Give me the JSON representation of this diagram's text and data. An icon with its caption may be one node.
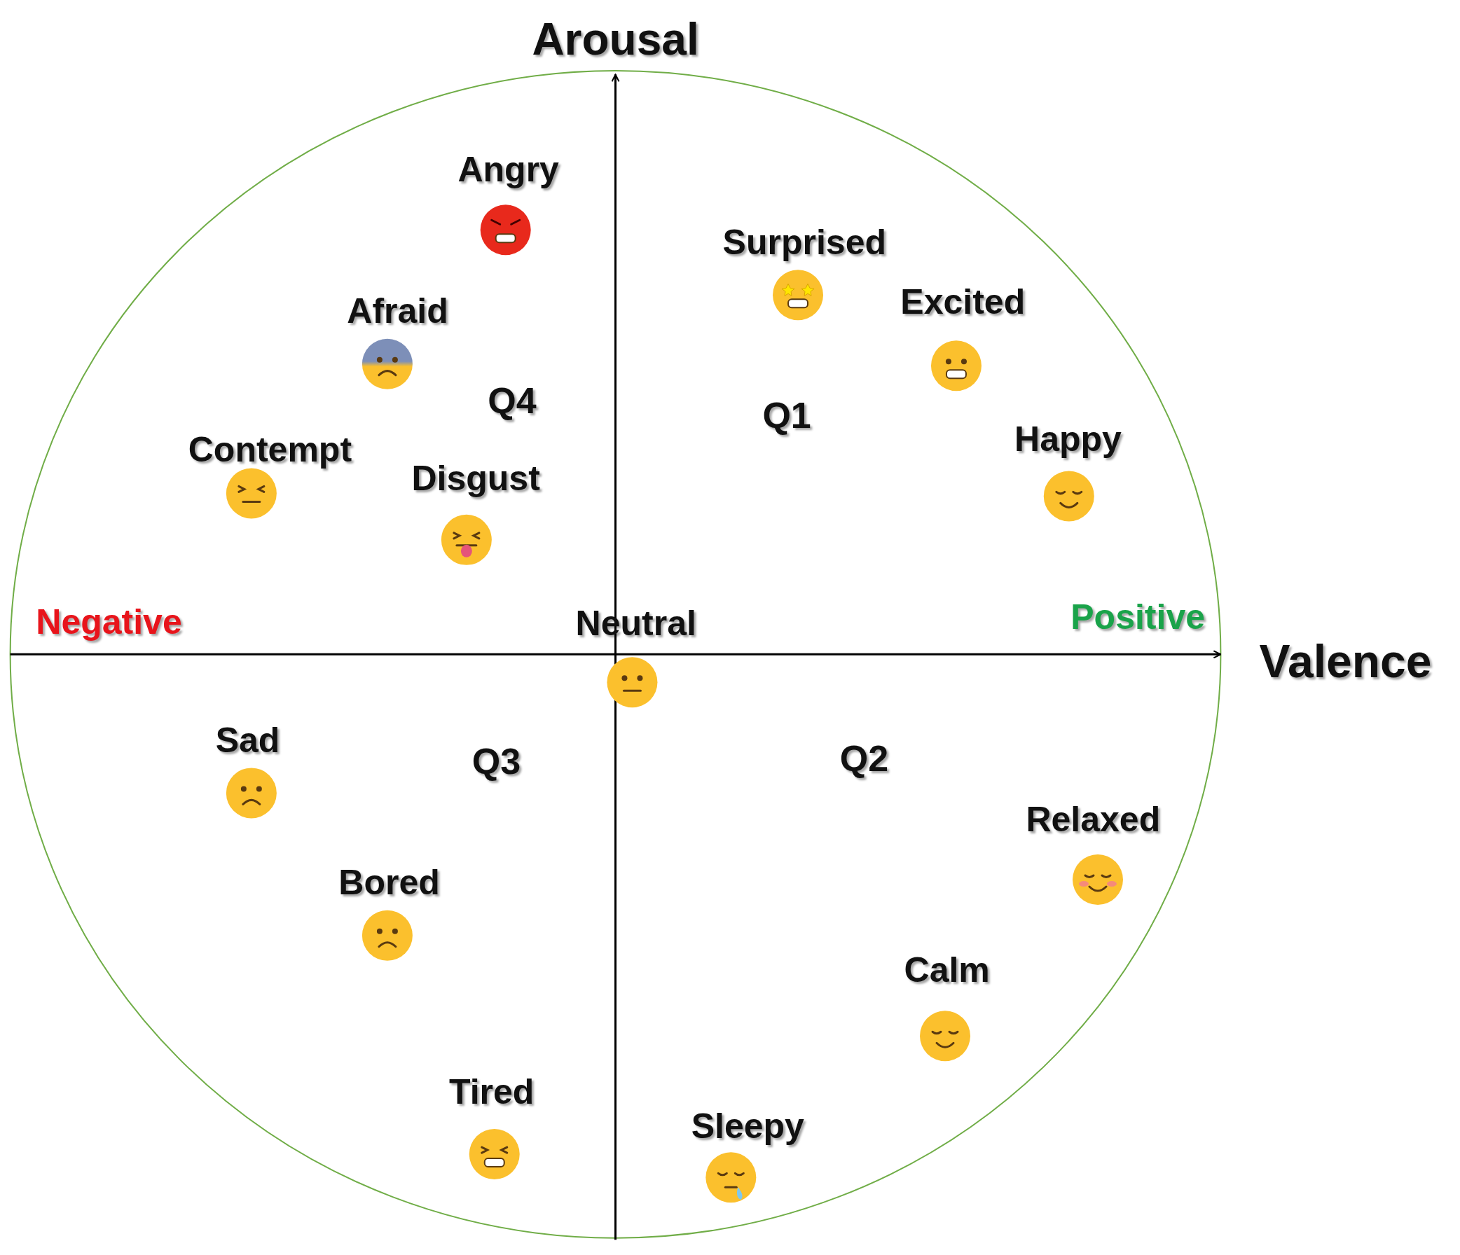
{
  "diagram": {
    "labels": [
      "Arousal",
      "Angry",
      "Surprised",
      "Afraid",
      "Excited",
      "Q4",
      "Q1",
      "Contempt",
      "Disgust",
      "Happy",
      "Negative",
      "Neutral",
      "Positive",
      "Valence",
      "Sad",
      "Q3",
      "Q2",
      "Relaxed",
      "Bored",
      "Calm",
      "Tired",
      "Sleepy"
    ]
  }
}
